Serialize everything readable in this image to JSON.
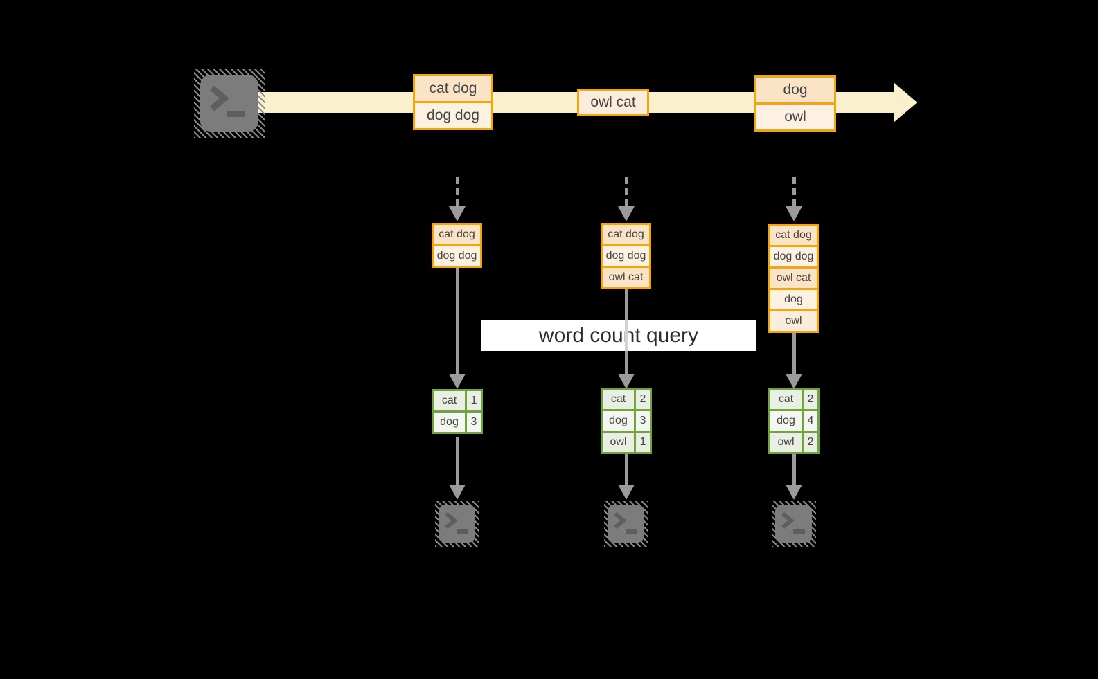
{
  "query_banner": {
    "label": "word count query"
  },
  "stream": {
    "events": [
      {
        "cells": [
          "cat dog",
          "dog dog"
        ]
      },
      {
        "cells": [
          "owl cat"
        ]
      },
      {
        "cells": [
          "dog",
          "owl"
        ]
      }
    ]
  },
  "stacks": [
    {
      "cells": [
        "cat dog",
        "dog dog"
      ]
    },
    {
      "cells": [
        "cat dog",
        "dog dog",
        "owl cat"
      ]
    },
    {
      "cells": [
        "cat dog",
        "dog dog",
        "owl cat",
        "dog",
        "owl"
      ]
    }
  ],
  "count_tables": [
    {
      "rows": [
        {
          "word": "cat",
          "count": "1"
        },
        {
          "word": "dog",
          "count": "3"
        }
      ]
    },
    {
      "rows": [
        {
          "word": "cat",
          "count": "2"
        },
        {
          "word": "dog",
          "count": "3"
        },
        {
          "word": "owl",
          "count": "1"
        }
      ]
    },
    {
      "rows": [
        {
          "word": "cat",
          "count": "2"
        },
        {
          "word": "dog",
          "count": "4"
        },
        {
          "word": "owl",
          "count": "2"
        }
      ]
    }
  ],
  "icons": {
    "source": "terminal-icon",
    "consumers": [
      "terminal-icon",
      "terminal-icon",
      "terminal-icon"
    ]
  },
  "colors": {
    "background": "#000000",
    "stream_fill": "#faf0ce",
    "event_border": "#f2a60a",
    "event_fill_peach": "#fbe3c5",
    "event_fill_cream": "#fdf2e2",
    "table_border": "#6fa43f",
    "table_fill_a": "#e9efe2",
    "table_fill_b": "#f3f7ef",
    "arrow_gray": "#9b9b9b",
    "terminal_gray": "#7c7c7c",
    "banner_bg": "#ffffff",
    "text_dark": "#454545"
  }
}
